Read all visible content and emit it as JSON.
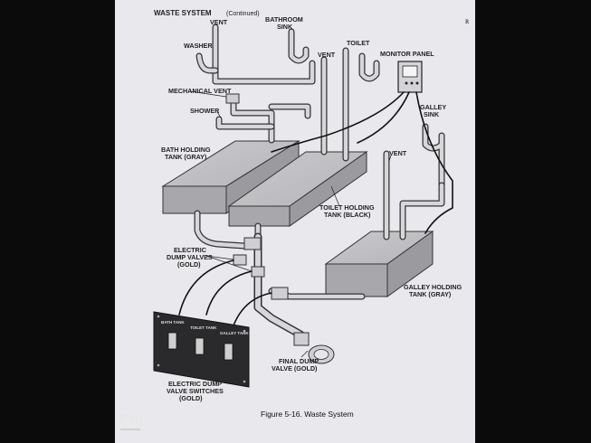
{
  "page": {
    "header": "WASTE SYSTEM",
    "header_note": "(Continued)",
    "caption": "Figure 5-16.  Waste System",
    "corner_mark": "ʀ",
    "watermark": "Pop"
  },
  "diagram": {
    "labels": {
      "vent_top": "VENT",
      "bathroom_sink_1": "BATHROOM",
      "bathroom_sink_2": "SINK",
      "washer": "WASHER",
      "toilet": "TOILET",
      "vent_mid": "VENT",
      "monitor_panel": "MONITOR PANEL",
      "mechanical_vent": "MECHANICAL VENT",
      "shower": "SHOWER",
      "galley_sink_1": "GALLEY",
      "galley_sink_2": "SINK",
      "bath_tank_1": "BATH HOLDING",
      "bath_tank_2": "TANK (GRAY)",
      "vent_right": "VENT",
      "toilet_tank_1": "TOILET HOLDING",
      "toilet_tank_2": "TANK (BLACK)",
      "dump_valves_1": "ELECTRIC",
      "dump_valves_2": "DUMP VALVES",
      "dump_valves_3": "(GOLD)",
      "galley_tank_1": "GALLEY HOLDING",
      "galley_tank_2": "TANK (GRAY)",
      "final_valve_1": "FINAL DUMP",
      "final_valve_2": "VALVE (GOLD)",
      "switches_1": "ELECTRIC DUMP",
      "switches_2": "VALVE SWITCHES",
      "switches_3": "(GOLD)"
    },
    "switch_panel": {
      "buttons": [
        "BATH TANK",
        "TOILET TANK",
        "GALLEY TANK"
      ]
    }
  },
  "colors": {
    "paper": "#e9e8ec",
    "background": "#0b0b0b",
    "tank_gray": "#b3b3b6",
    "switch_panel": "#2a2a2c"
  }
}
